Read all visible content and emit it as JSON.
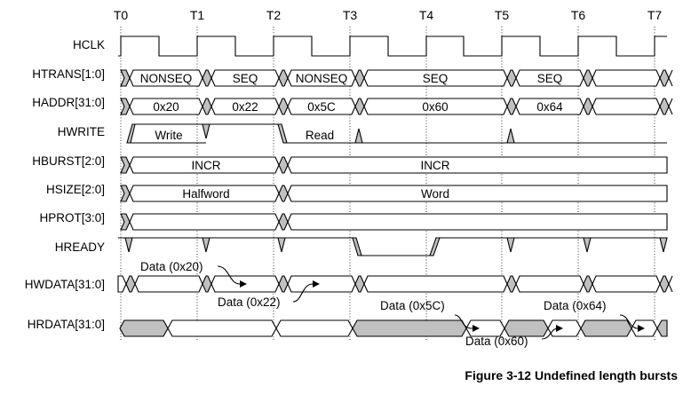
{
  "diagram": {
    "caption": "Figure 3-12 Undefined length bursts",
    "clock_labels": [
      "T0",
      "T1",
      "T2",
      "T3",
      "T4",
      "T5",
      "T6",
      "T7"
    ],
    "signals": [
      {
        "id": "hclk",
        "label": "HCLK"
      },
      {
        "id": "htrans",
        "label": "HTRANS[1:0]"
      },
      {
        "id": "haddr",
        "label": "HADDR[31:0]"
      },
      {
        "id": "hwrite",
        "label": "HWRITE"
      },
      {
        "id": "hburst",
        "label": "HBURST[2:0]"
      },
      {
        "id": "hsize",
        "label": "HSIZE[2:0]"
      },
      {
        "id": "hprot",
        "label": "HPROT[3:0]"
      },
      {
        "id": "hready",
        "label": "HREADY"
      },
      {
        "id": "hwdata",
        "label": "HWDATA[31:0]"
      },
      {
        "id": "hrdata",
        "label": "HRDATA[31:0]"
      }
    ],
    "htrans_values": [
      "NONSEQ",
      "SEQ",
      "NONSEQ",
      "SEQ",
      "SEQ"
    ],
    "haddr_values": [
      "0x20",
      "0x22",
      "0x5C",
      "0x60",
      "0x64"
    ],
    "hwrite_values": [
      "Write",
      "Read"
    ],
    "hburst_values": [
      "INCR",
      "INCR"
    ],
    "hsize_values": [
      "Halfword",
      "Word"
    ],
    "annotations": [
      "Data (0x20)",
      "Data (0x22)",
      "Data (0x5C)",
      "Data (0x60)",
      "Data (0x64)"
    ]
  }
}
